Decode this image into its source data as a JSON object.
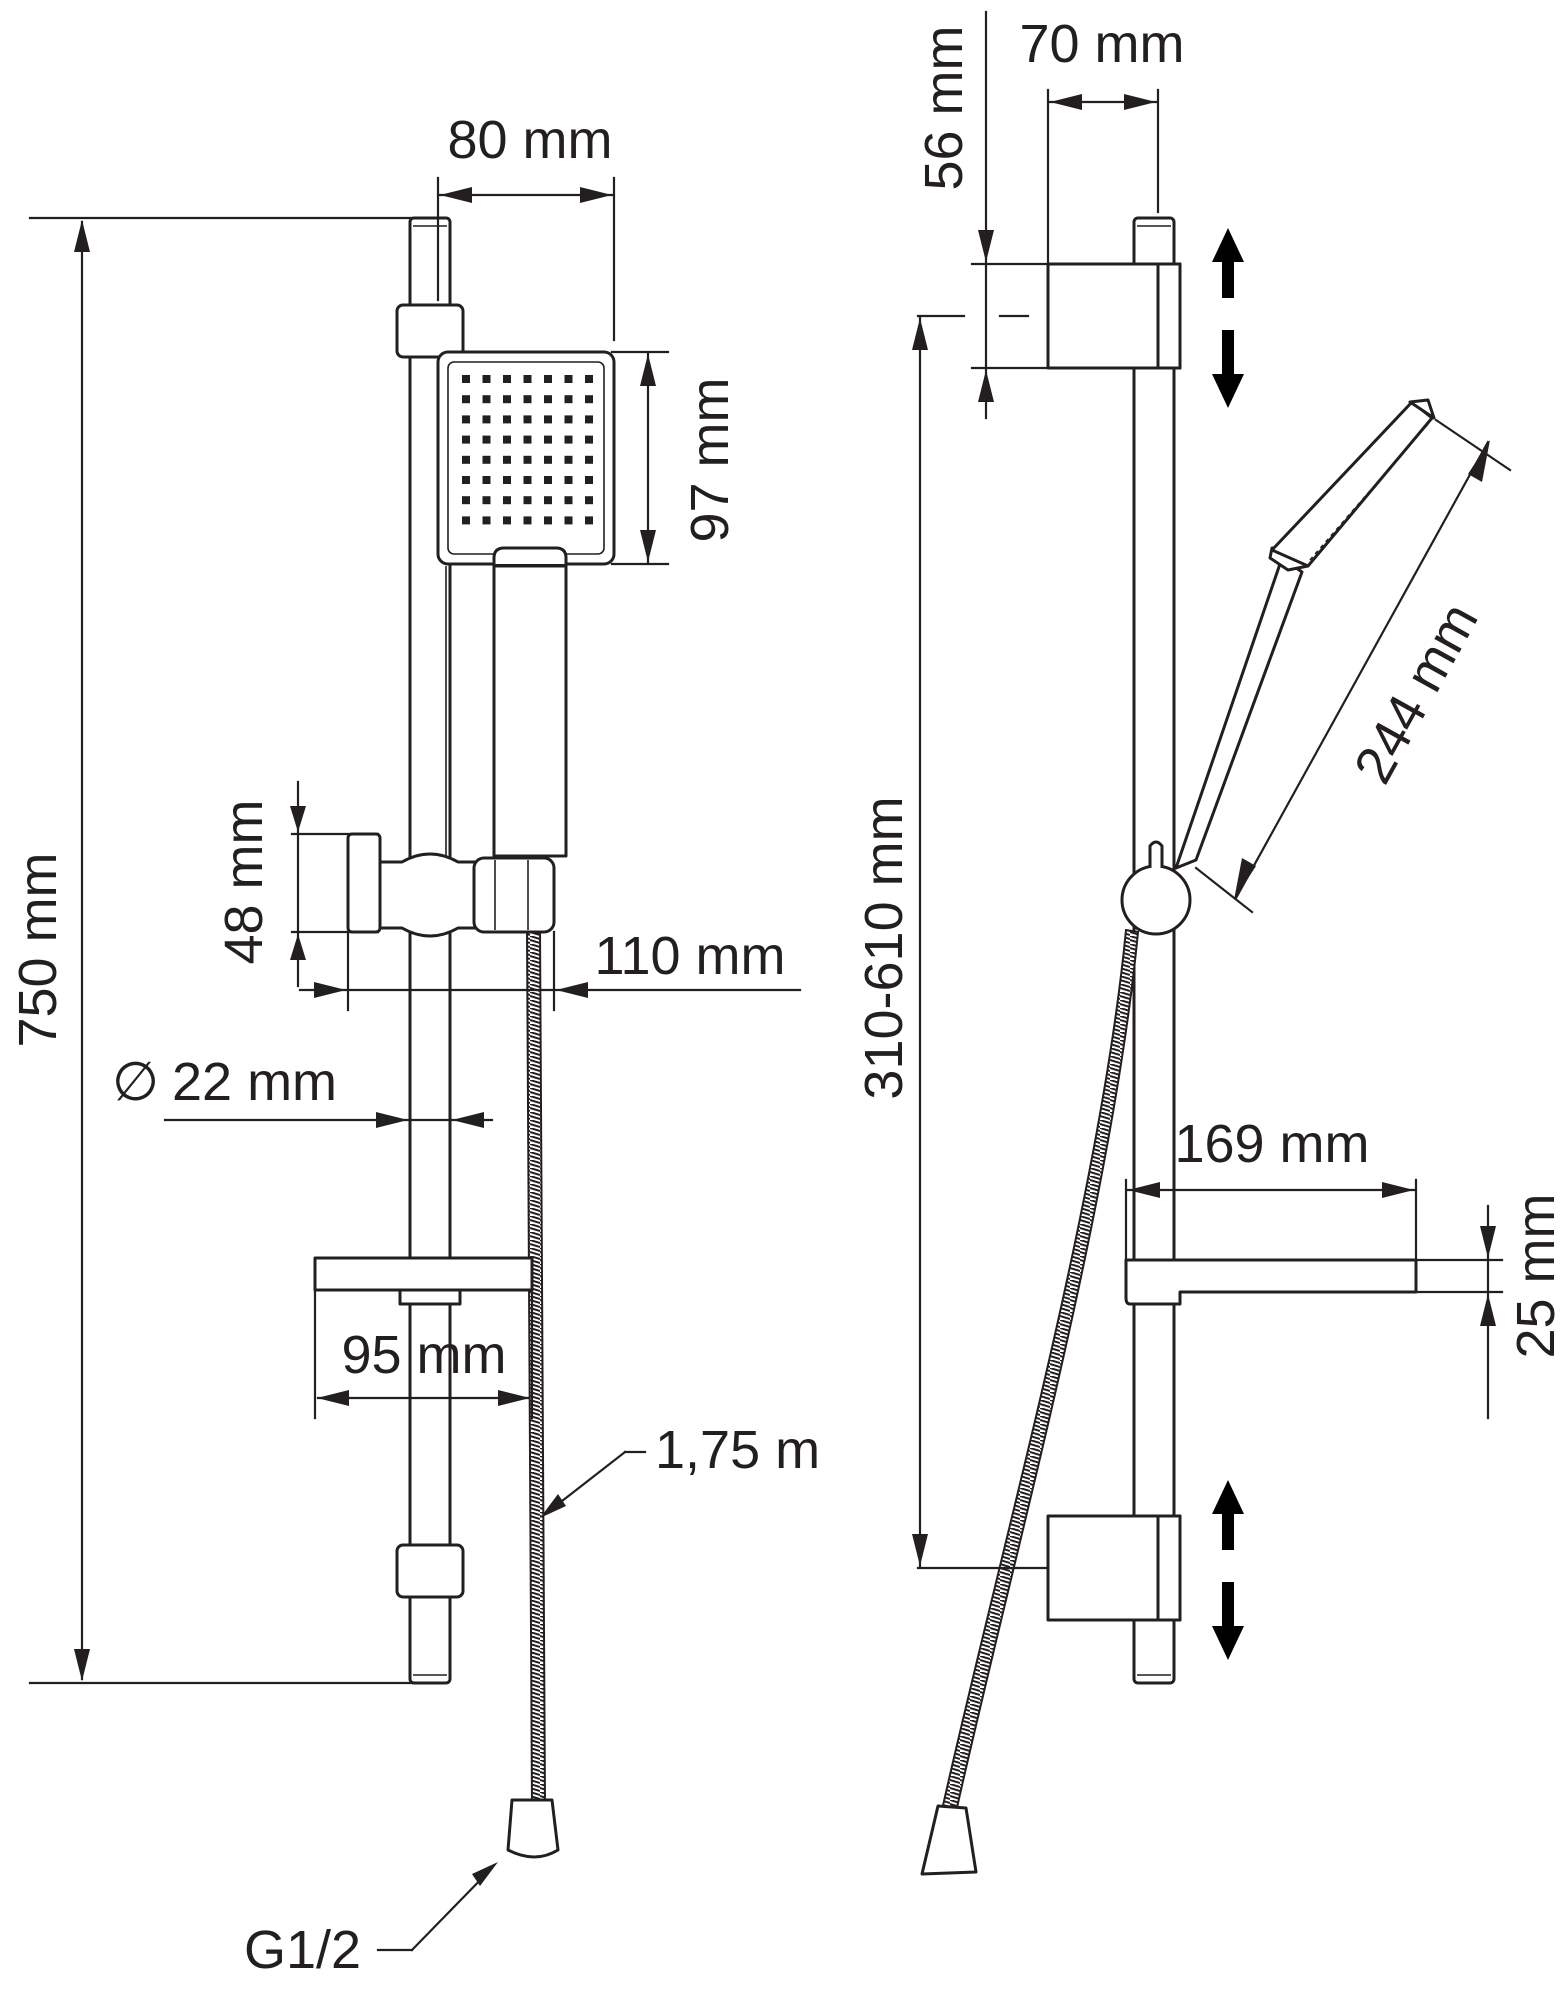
{
  "colors": {
    "line": "#231f20",
    "background": "#ffffff"
  },
  "front_view": {
    "total_height": "750 mm",
    "head_width": "80 mm",
    "head_height": "97 mm",
    "holder_height": "48 mm",
    "holder_depth": "110 mm",
    "rail_diameter_symbol": "∅",
    "rail_diameter": "22 mm",
    "shelf_width": "95 mm",
    "hose_length": "1,75 m",
    "connector_thread": "G1/2"
  },
  "side_view": {
    "bracket_width": "70 mm",
    "bracket_height": "56 mm",
    "bracket_spacing": "310-610 mm",
    "handshower_length": "244 mm",
    "shelf_depth": "169 mm",
    "shelf_height": "25 mm"
  }
}
